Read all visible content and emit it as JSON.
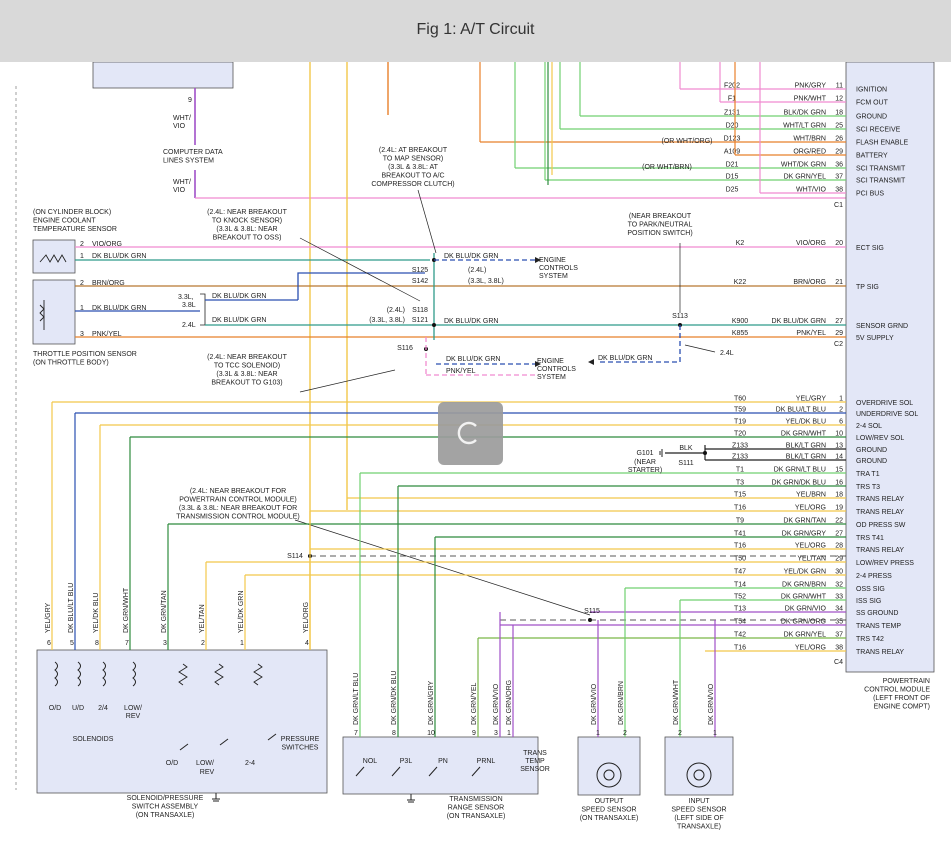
{
  "header": {
    "title": "Fig 1: A/T Circuit"
  },
  "loading_icon": "circular-arrow-icon",
  "pcm": {
    "title_lines": [
      "POWERTRAIN",
      "CONTROL MODULE",
      "(LEFT FRONT OF",
      "ENGINE COMPT)"
    ],
    "c1_rows": [
      {
        "circuit": "F202",
        "color": "PNK/GRY",
        "pin": "11",
        "func": "IGNITION"
      },
      {
        "circuit": "F1",
        "color": "PNK/WHT",
        "pin": "12",
        "func": "FCM OUT"
      },
      {
        "circuit": "Z131",
        "color": "BLK/DK GRN",
        "pin": "18",
        "func": "GROUND"
      },
      {
        "circuit": "D20",
        "color": "WHT/LT GRN",
        "pin": "25",
        "func": "SCI RECEIVE"
      },
      {
        "circuit": "D123",
        "color": "WHT/BRN",
        "pin": "26",
        "func": "FLASH ENABLE"
      },
      {
        "circuit": "A109",
        "color": "ORG/RED",
        "pin": "29",
        "func": "BATTERY"
      },
      {
        "circuit": "D21",
        "color": "WHT/DK GRN",
        "pin": "36",
        "func": "SCI TRANSMIT"
      },
      {
        "circuit": "D15",
        "color": "DK GRN/YEL",
        "pin": "37",
        "func": "SCI TRANSMIT"
      },
      {
        "circuit": "D25",
        "color": "WHT/VIO",
        "pin": "38",
        "func": "PCI BUS"
      }
    ],
    "c1": "C1",
    "c2_rows": [
      {
        "circuit": "K2",
        "color": "VIO/ORG",
        "pin": "20",
        "func": "ECT SIG"
      },
      {
        "circuit": "K22",
        "color": "BRN/ORG",
        "pin": "21",
        "func": "TP SIG"
      },
      {
        "circuit": "K900",
        "color": "DK BLU/DK GRN",
        "pin": "27",
        "func": "SENSOR GRND"
      },
      {
        "circuit": "K855",
        "color": "PNK/YEL",
        "pin": "29",
        "func": "5V SUPPLY"
      }
    ],
    "c2": "C2",
    "c4_rows": [
      {
        "circuit": "T60",
        "color": "YEL/GRY",
        "pin": "1",
        "func": "OVERDRIVE SOL"
      },
      {
        "circuit": "T59",
        "color": "DK BLU/LT BLU",
        "pin": "2",
        "func": "UNDERDRIVE SOL"
      },
      {
        "circuit": "T19",
        "color": "YEL/DK BLU",
        "pin": "6",
        "func": "2-4 SOL"
      },
      {
        "circuit": "T20",
        "color": "DK GRN/WHT",
        "pin": "10",
        "func": "LOW/REV SOL"
      },
      {
        "circuit": "Z133",
        "color": "BLK/LT GRN",
        "pin": "13",
        "func": "GROUND"
      },
      {
        "circuit": "Z133",
        "color": "BLK/LT GRN",
        "pin": "14",
        "func": "GROUND"
      },
      {
        "circuit": "T1",
        "color": "DK GRN/LT BLU",
        "pin": "15",
        "func": "TRA T1"
      },
      {
        "circuit": "T3",
        "color": "DK GRN/DK BLU",
        "pin": "16",
        "func": "TRS T3"
      },
      {
        "circuit": "T15",
        "color": "YEL/BRN",
        "pin": "18",
        "func": "TRANS RELAY"
      },
      {
        "circuit": "T16",
        "color": "YEL/ORG",
        "pin": "19",
        "func": "TRANS RELAY"
      },
      {
        "circuit": "T9",
        "color": "DK GRN/TAN",
        "pin": "22",
        "func": "OD PRESS SW"
      },
      {
        "circuit": "T41",
        "color": "DK GRN/GRY",
        "pin": "27",
        "func": "TRS T41"
      },
      {
        "circuit": "T16",
        "color": "YEL/ORG",
        "pin": "28",
        "func": "TRANS RELAY"
      },
      {
        "circuit": "T50",
        "color": "YEL/TAN",
        "pin": "29",
        "func": "LOW/REV PRESS"
      },
      {
        "circuit": "T47",
        "color": "YEL/DK GRN",
        "pin": "30",
        "func": "2-4 PRESS"
      },
      {
        "circuit": "T14",
        "color": "DK GRN/BRN",
        "pin": "32",
        "func": "OSS SIG"
      },
      {
        "circuit": "T52",
        "color": "DK GRN/WHT",
        "pin": "33",
        "func": "ISS SIG"
      },
      {
        "circuit": "T13",
        "color": "DK GRN/VIO",
        "pin": "34",
        "func": "SS GROUND"
      },
      {
        "circuit": "T54",
        "color": "DK GRN/ORG",
        "pin": "35",
        "func": "TRANS TEMP"
      },
      {
        "circuit": "T42",
        "color": "DK GRN/YEL",
        "pin": "37",
        "func": "TRS T42"
      },
      {
        "circuit": "T16",
        "color": "YEL/ORG",
        "pin": "38",
        "func": "TRANS RELAY"
      }
    ],
    "c4": "C4"
  },
  "alt_colors": {
    "d123_alt": "(OR WHT/ORG)",
    "d21_alt": "(OR WHT/BRN)"
  },
  "cdl": {
    "pin": "9",
    "wire_top": [
      "WHT/",
      "VIO"
    ],
    "label": [
      "COMPUTER DATA",
      "LINES SYSTEM"
    ],
    "wire_bottom": [
      "WHT/",
      "VIO"
    ]
  },
  "notes": {
    "map_sensor": [
      "(2.4L: AT BREAKOUT",
      "TO MAP SENSOR)",
      "(3.3L & 3.8L: AT",
      "BREAKOUT TO A/C",
      "COMPRESSOR CLUTCH)"
    ],
    "knock_sensor": [
      "(2.4L: NEAR BREAKOUT",
      "TO KNOCK SENSOR)",
      "(3.3L & 3.8L: NEAR",
      "BREAKOUT TO OSS)"
    ],
    "park_neutral": [
      "(NEAR BREAKOUT",
      "TO PARK/NEUTRAL",
      "POSITION SWITCH)"
    ],
    "tcc": [
      "(2.4L: NEAR BREAKOUT",
      "TO TCC SOLENOID)",
      "(3.3L & 3.8L: NEAR",
      "BREAKOUT TO G103)"
    ],
    "pcm_breakout": [
      "(2.4L: NEAR BREAKOUT FOR",
      "POWERTRAIN CONTROL MODULE)",
      "(3.3L & 3.8L: NEAR BREAKOUT FOR",
      "TRANSMISSION CONTROL MODULE)"
    ]
  },
  "ect": {
    "label": [
      "(ON CYLINDER BLOCK)",
      "ENGINE COOLANT",
      "TEMPERATURE SENSOR"
    ],
    "pin2": "2",
    "pin1": "1",
    "wire2": "VIO/ORG",
    "wire1": "DK BLU/DK GRN"
  },
  "tps": {
    "label": [
      "THROTTLE POSITION SENSOR",
      "(ON THROTTLE BODY)"
    ],
    "pin2": "2",
    "pin1": "1",
    "pin3": "3",
    "wire2": "BRN/ORG",
    "wire1": "DK BLU/DK GRN",
    "wire3": "PNK/YEL",
    "eng_a": "3.3L,",
    "eng_b": "3.8L",
    "eng_c": "2.4L",
    "branch_a": "DK BLU/DK GRN",
    "branch_b": "DK BLU/DK GRN"
  },
  "splices": {
    "s125": "S125",
    "s142": "S142",
    "s125_eng": "(2.4L)",
    "s142_eng": "(3.3L, 3.8L)",
    "s118": "S118",
    "s121": "S121",
    "s118_eng": "(2.4L)",
    "s121_eng": "(3.3L, 3.8L)",
    "s113": "S113",
    "s116": "S116",
    "s111": "S111",
    "s114": "S114",
    "s115": "S115",
    "g101": "G101",
    "g101_note": [
      "(NEAR",
      "STARTER)"
    ],
    "blk": "BLK",
    "eng_24": "2.4L"
  },
  "ecs": {
    "label_a": [
      "ENGINE",
      "CONTROLS",
      "SYSTEM"
    ],
    "label_b": [
      "ENGINE",
      "CONTROLS",
      "SYSTEM"
    ],
    "wire_a": "DK BLU/DK GRN",
    "wire_b": "DK BLU/DK GRN",
    "wire_c": "DK BLU/DK GRN",
    "wire_d": "DK BLU/DK GRN",
    "wire_e": "PNK/YEL"
  },
  "solenoid": {
    "pins": [
      "6",
      "5",
      "8",
      "7",
      "3",
      "2",
      "1",
      "4"
    ],
    "wires": [
      "YEL/GRY",
      "DK BLU/LT BLU",
      "YEL/DK BLU",
      "DK GRN/WHT",
      "DK GRN/TAN",
      "YEL/TAN",
      "YEL/DK GRN",
      "YEL/ORG"
    ],
    "coil_labels": [
      "O/D",
      "U/D",
      "2/4",
      "LOW/"
    ],
    "rev": "REV",
    "solenoids": "SOLENOIDS",
    "switch_labels": [
      "O/D",
      "LOW/",
      "REV",
      "2-4"
    ],
    "pressure": [
      "PRESSURE",
      "SWITCHES"
    ],
    "label": [
      "SOLENOID/PRESSURE",
      "SWITCH ASSEMBLY",
      "(ON TRANSAXLE)"
    ]
  },
  "trs": {
    "pins": [
      "7",
      "8",
      "10",
      "9",
      "3",
      "1"
    ],
    "wires": [
      "DK GRN/LT BLU",
      "DK GRN/DK BLU",
      "DK GRN/GRY",
      "DK GRN/YEL",
      "DK GRN/VIO",
      "DK GRN/ORG"
    ],
    "switches": [
      "NOL",
      "P3L",
      "PN",
      "PRNL"
    ],
    "temp": [
      "TRANS",
      "TEMP",
      "SENSOR"
    ],
    "label": [
      "TRANSMISSION",
      "RANGE SENSOR",
      "(ON TRANSAXLE)"
    ]
  },
  "oss": {
    "pins": [
      "1",
      "2"
    ],
    "wires": [
      "DK GRN/VIO",
      "DK GRN/BRN"
    ],
    "label": [
      "OUTPUT",
      "SPEED SENSOR",
      "(ON TRANSAXLE)"
    ]
  },
  "iss": {
    "pins": [
      "2",
      "1"
    ],
    "wires": [
      "DK GRN/WHT",
      "DK GRN/VIO"
    ],
    "label": [
      "INPUT",
      "SPEED SENSOR",
      "(LEFT SIDE OF",
      "TRANSAXLE)"
    ]
  }
}
